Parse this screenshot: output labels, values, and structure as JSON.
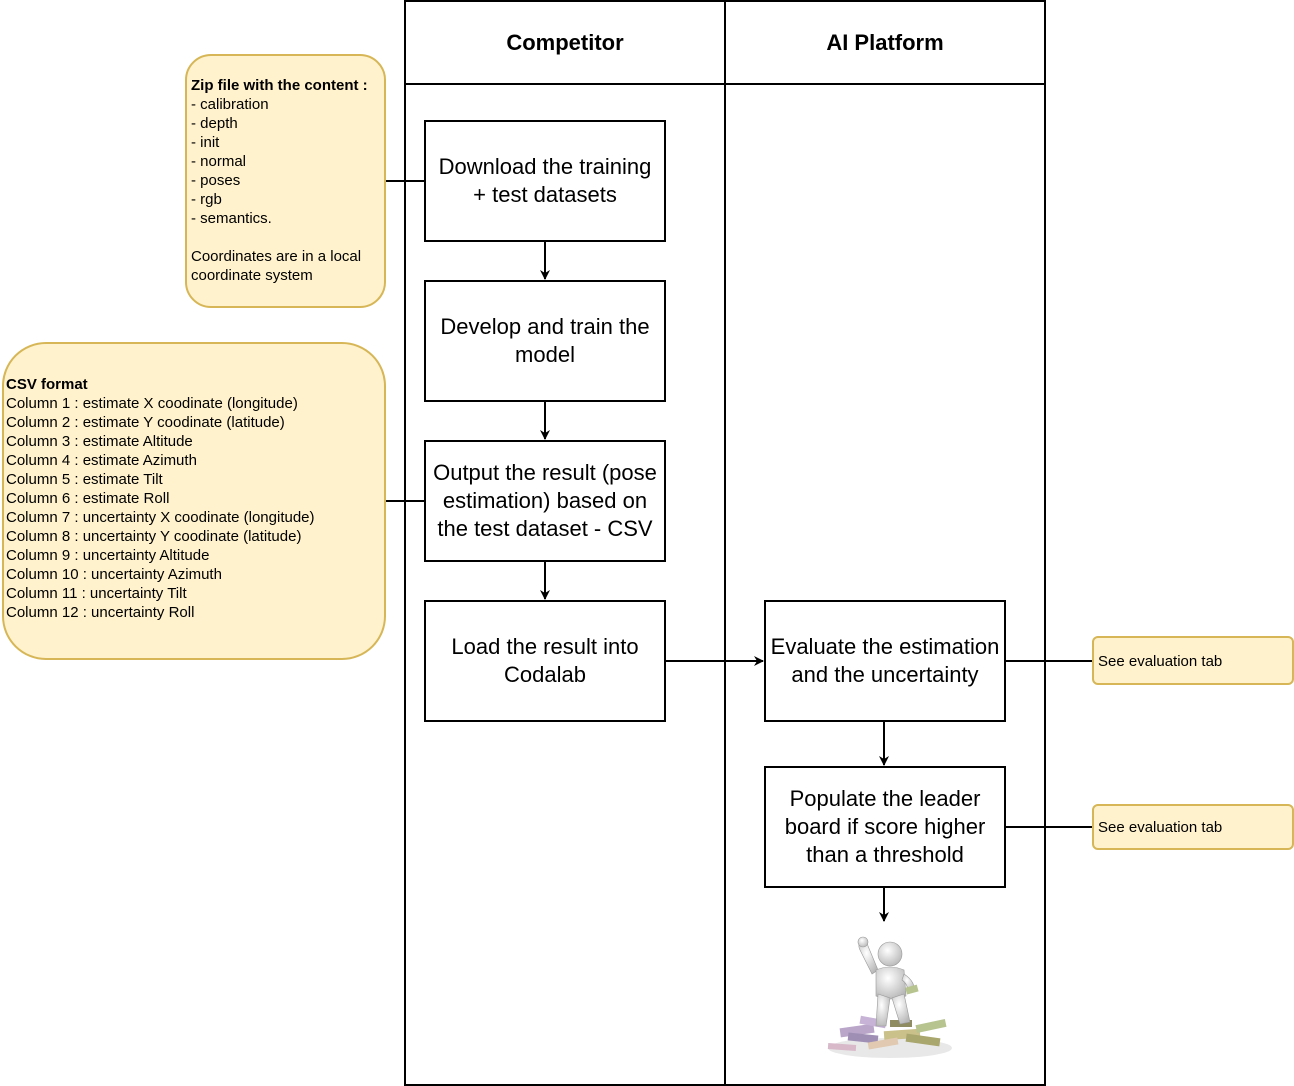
{
  "lanes": {
    "competitor": "Competitor",
    "ai_platform": "AI Platform"
  },
  "steps": {
    "download": "Download the training + test datasets",
    "develop": "Develop and train the model",
    "output": "Output the result (pose estimation) based on the test dataset - CSV",
    "load": "Load the result into Codalab",
    "evaluate": "Evaluate the estimation and the uncertainty",
    "populate": "Populate the leader board if score higher than a threshold"
  },
  "notes": {
    "zip": {
      "title": "Zip file with the content :",
      "items": [
        "- calibration",
        "- depth",
        "- init",
        "- normal",
        "- poses",
        "- rgb",
        "- semantics."
      ],
      "footer": "Coordinates are in a local coordinate system"
    },
    "csv": {
      "title": "CSV format",
      "items": [
        "Column 1 : estimate X coodinate (longitude)",
        "Column 2 : estimate Y coodinate (latitude)",
        "Column 3 : estimate Altitude",
        "Column 4 : estimate Azimuth",
        "Column 5 : estimate Tilt",
        "Column 6 : estimate Roll",
        "Column 7 : uncertainty X coodinate (longitude)",
        "Column 8 : uncertainty Y coodinate (latitude)",
        "Column 9 : uncertainty Altitude",
        "Column 10 : uncertainty Azimuth",
        "Column 11 : uncertainty Tilt",
        "Column 12 : uncertainty Roll"
      ]
    },
    "eval1": "See evaluation tab",
    "eval2": "See evaluation tab"
  },
  "colors": {
    "note_fill": "#fff2cc",
    "note_border": "#d6b656",
    "stroke": "#000000"
  },
  "icons": {
    "winner": "winner-figure-on-money-icon"
  }
}
